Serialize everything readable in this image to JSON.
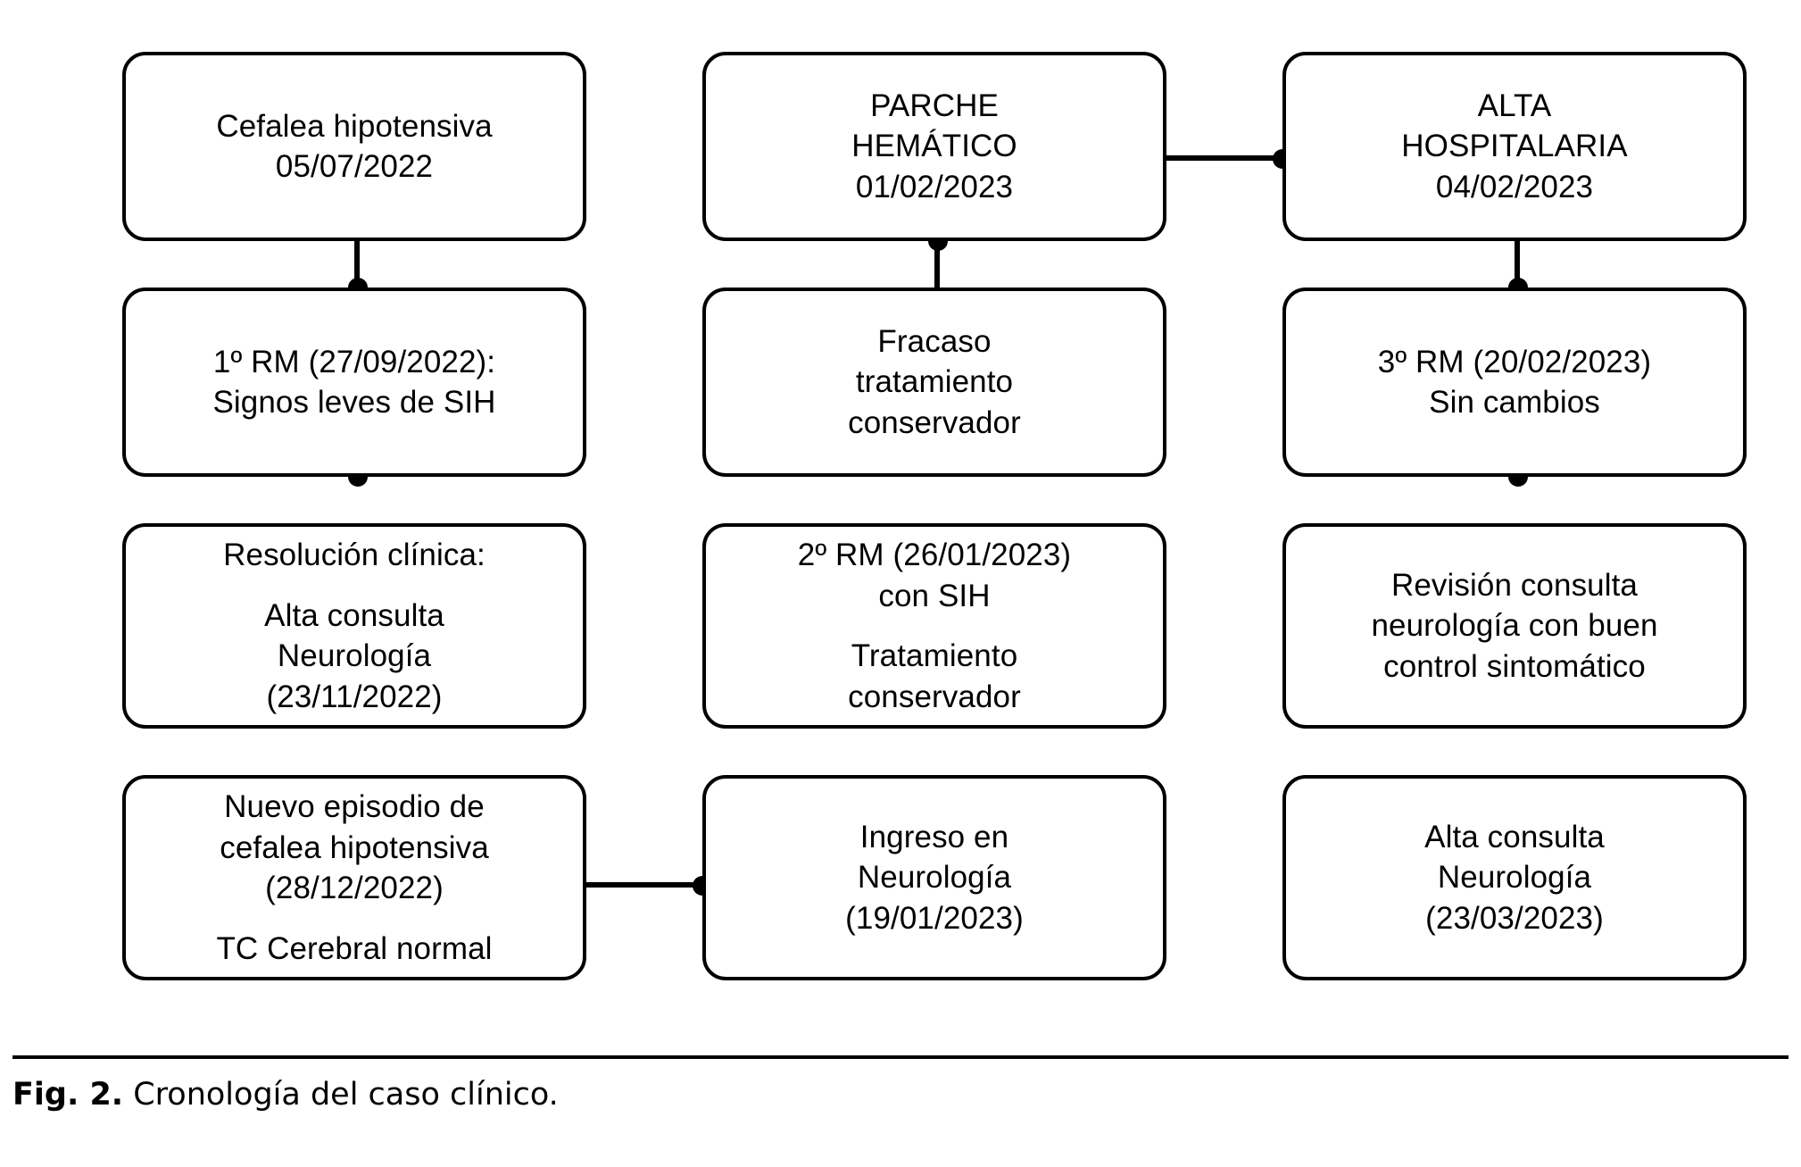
{
  "figure": {
    "caption_label": "Fig. 2.",
    "caption_text": "Cronología del caso clínico.",
    "colors": {
      "stroke": "#000000",
      "background": "#ffffff",
      "text": "#000000"
    }
  },
  "columns": [
    {
      "id": "column-1",
      "nodes": [
        {
          "id": "cefalea-hipotensiva",
          "lines": [
            "Cefalea hipotensiva",
            "05/07/2022"
          ],
          "groups": [
            2
          ]
        },
        {
          "id": "primera-rm",
          "lines": [
            "1º RM (27/09/2022):",
            "Signos leves de SIH"
          ],
          "groups": [
            2
          ]
        },
        {
          "id": "resolucion-clinica",
          "lines": [
            "Resolución clínica:",
            "Alta consulta",
            "Neurología",
            "(23/11/2022)"
          ],
          "groups": [
            1,
            3
          ]
        },
        {
          "id": "nuevo-episodio",
          "lines": [
            "Nuevo episodio de",
            "cefalea hipotensiva",
            "(28/12/2022)",
            "TC Cerebral normal"
          ],
          "groups": [
            3,
            1
          ]
        }
      ]
    },
    {
      "id": "column-2",
      "nodes": [
        {
          "id": "parche-hematico",
          "lines": [
            "PARCHE",
            "HEMÁTICO",
            "01/02/2023"
          ],
          "groups": [
            3
          ]
        },
        {
          "id": "fracaso-tratamiento",
          "lines": [
            "Fracaso",
            "tratamiento",
            "conservador"
          ],
          "groups": [
            3
          ]
        },
        {
          "id": "segunda-rm",
          "lines": [
            "2º RM (26/01/2023)",
            "con SIH",
            "Tratamiento",
            "conservador"
          ],
          "groups": [
            2,
            2
          ]
        },
        {
          "id": "ingreso-neurologia",
          "lines": [
            "Ingreso en",
            "Neurología",
            "(19/01/2023)"
          ],
          "groups": [
            3
          ]
        }
      ]
    },
    {
      "id": "column-3",
      "nodes": [
        {
          "id": "alta-hospitalaria",
          "lines": [
            "ALTA",
            "HOSPITALARIA",
            "04/02/2023"
          ],
          "groups": [
            3
          ]
        },
        {
          "id": "tercera-rm",
          "lines": [
            "3º RM (20/02/2023)",
            "Sin cambios"
          ],
          "groups": [
            2
          ]
        },
        {
          "id": "revision-consulta",
          "lines": [
            "Revisión consulta",
            "neurología con buen",
            "control sintomático"
          ],
          "groups": [
            3
          ]
        },
        {
          "id": "alta-consulta",
          "lines": [
            "Alta consulta",
            "Neurología",
            "(23/03/2023)"
          ],
          "groups": [
            3
          ]
        }
      ]
    }
  ],
  "connectors": {
    "vertical": [
      {
        "id": "c1-n1-to-n2",
        "from": "cefalea-hipotensiva",
        "to": "primera-rm"
      },
      {
        "id": "c1-n2-to-n3",
        "from": "primera-rm",
        "to": "resolucion-clinica"
      },
      {
        "id": "c1-n3-to-n4",
        "from": "resolucion-clinica",
        "to": "nuevo-episodio"
      },
      {
        "id": "c2-n4-to-n3",
        "from": "ingreso-neurologia",
        "to": "segunda-rm"
      },
      {
        "id": "c2-n3-to-n2",
        "from": "segunda-rm",
        "to": "fracaso-tratamiento"
      },
      {
        "id": "c2-n2-to-n1",
        "from": "fracaso-tratamiento",
        "to": "parche-hematico"
      },
      {
        "id": "c3-n1-to-n2",
        "from": "alta-hospitalaria",
        "to": "tercera-rm"
      },
      {
        "id": "c3-n2-to-n3",
        "from": "tercera-rm",
        "to": "revision-consulta"
      },
      {
        "id": "c3-n3-to-n4",
        "from": "revision-consulta",
        "to": "alta-consulta"
      }
    ],
    "horizontal": [
      {
        "id": "c1-n4-to-c2-n4",
        "from": "nuevo-episodio",
        "to": "ingreso-neurologia"
      },
      {
        "id": "c2-n1-to-c3-n1",
        "from": "parche-hematico",
        "to": "alta-hospitalaria"
      }
    ]
  }
}
